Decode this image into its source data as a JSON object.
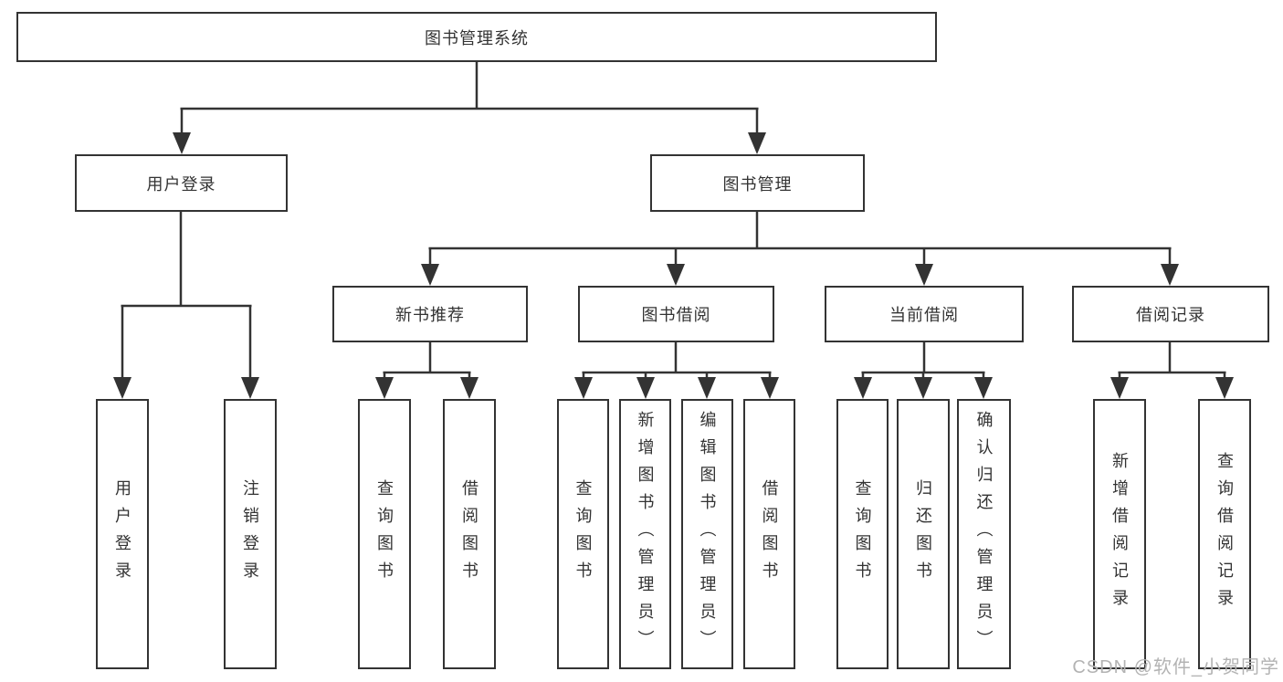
{
  "colors": {
    "line": "#333333",
    "box_border": "#333333",
    "box_fill": "#ffffff",
    "text": "#333333",
    "background": "#ffffff",
    "watermark": "#b3b3b3"
  },
  "diagram": {
    "type": "function-tree",
    "root": {
      "label": "图书管理系统"
    },
    "level2": [
      {
        "label": "用户登录"
      },
      {
        "label": "图书管理"
      }
    ],
    "level3": [
      {
        "label": "新书推荐"
      },
      {
        "label": "图书借阅"
      },
      {
        "label": "当前借阅"
      },
      {
        "label": "借阅记录"
      }
    ],
    "leaves": {
      "user_login": [
        {
          "label": "用户登录"
        },
        {
          "label": "注销登录"
        }
      ],
      "new_book_recommend": [
        {
          "label": "查询图书"
        },
        {
          "label": "借阅图书"
        }
      ],
      "book_borrowing": [
        {
          "label": "查询图书"
        },
        {
          "label": "新增图书（管理员）"
        },
        {
          "label": "编辑图书（管理员）"
        },
        {
          "label": "借阅图书"
        }
      ],
      "current_borrowing": [
        {
          "label": "查询图书"
        },
        {
          "label": "归还图书"
        },
        {
          "label": "确认归还（管理员）"
        }
      ],
      "borrowing_records": [
        {
          "label": "新增借阅记录"
        },
        {
          "label": "查询借阅记录"
        }
      ]
    }
  },
  "watermark": {
    "text": "CSDN @软件_小贺同学"
  }
}
